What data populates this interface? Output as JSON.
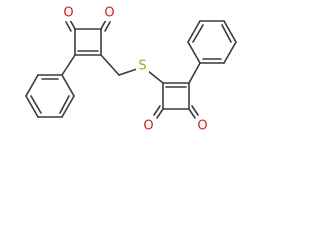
{
  "molecule": {
    "atoms": {
      "o1": "O",
      "o2": "O",
      "s": "S",
      "o3": "O",
      "o4": "O"
    },
    "colors": {
      "oxygen": "#d0211c",
      "sulfur": "#b5a024",
      "bond": "#3a3a3a"
    }
  }
}
